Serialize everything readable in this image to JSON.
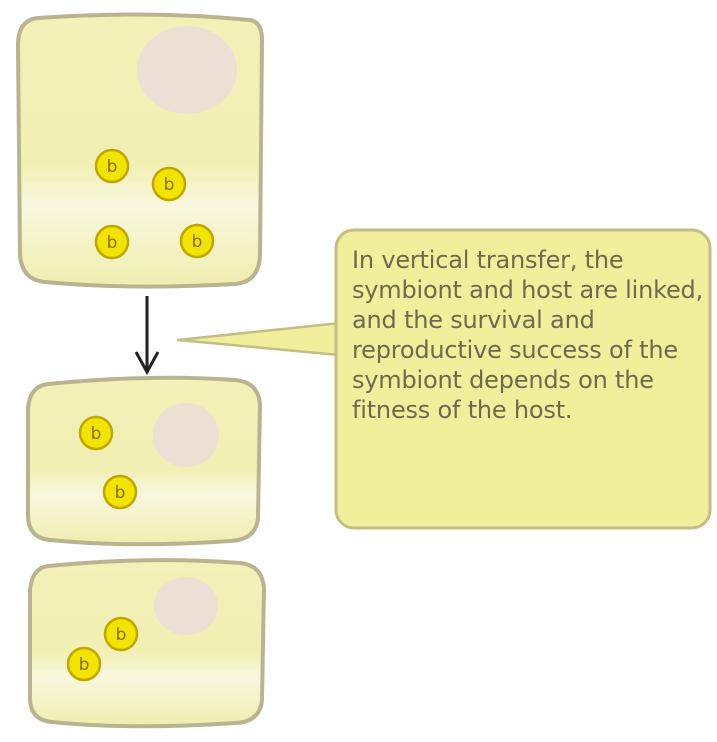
{
  "colors": {
    "cell_fill": "#f3f0b8",
    "cell_fill_light": "#f8f7d9",
    "cell_border": "#b9b48f",
    "nucleus": "#ede0d4",
    "bacterium": "#f2e300",
    "bacterium_border": "#bfa700",
    "callout_fill": "#f1ef9c",
    "callout_border": "#c4be84",
    "arrow": "#222222"
  },
  "icons": {
    "arrow": "down-arrow-icon"
  },
  "bacterium_label": "b",
  "callout": {
    "text": "In vertical transfer, the symbiont and host are linked, and the survival and reproductive success of the symbiont depends on the fitness of the host."
  },
  "cells": [
    {
      "name": "parent-cell",
      "bacteria_count": 4
    },
    {
      "name": "daughter-cell-top",
      "bacteria_count": 2
    },
    {
      "name": "daughter-cell-bottom",
      "bacteria_count": 2
    }
  ]
}
